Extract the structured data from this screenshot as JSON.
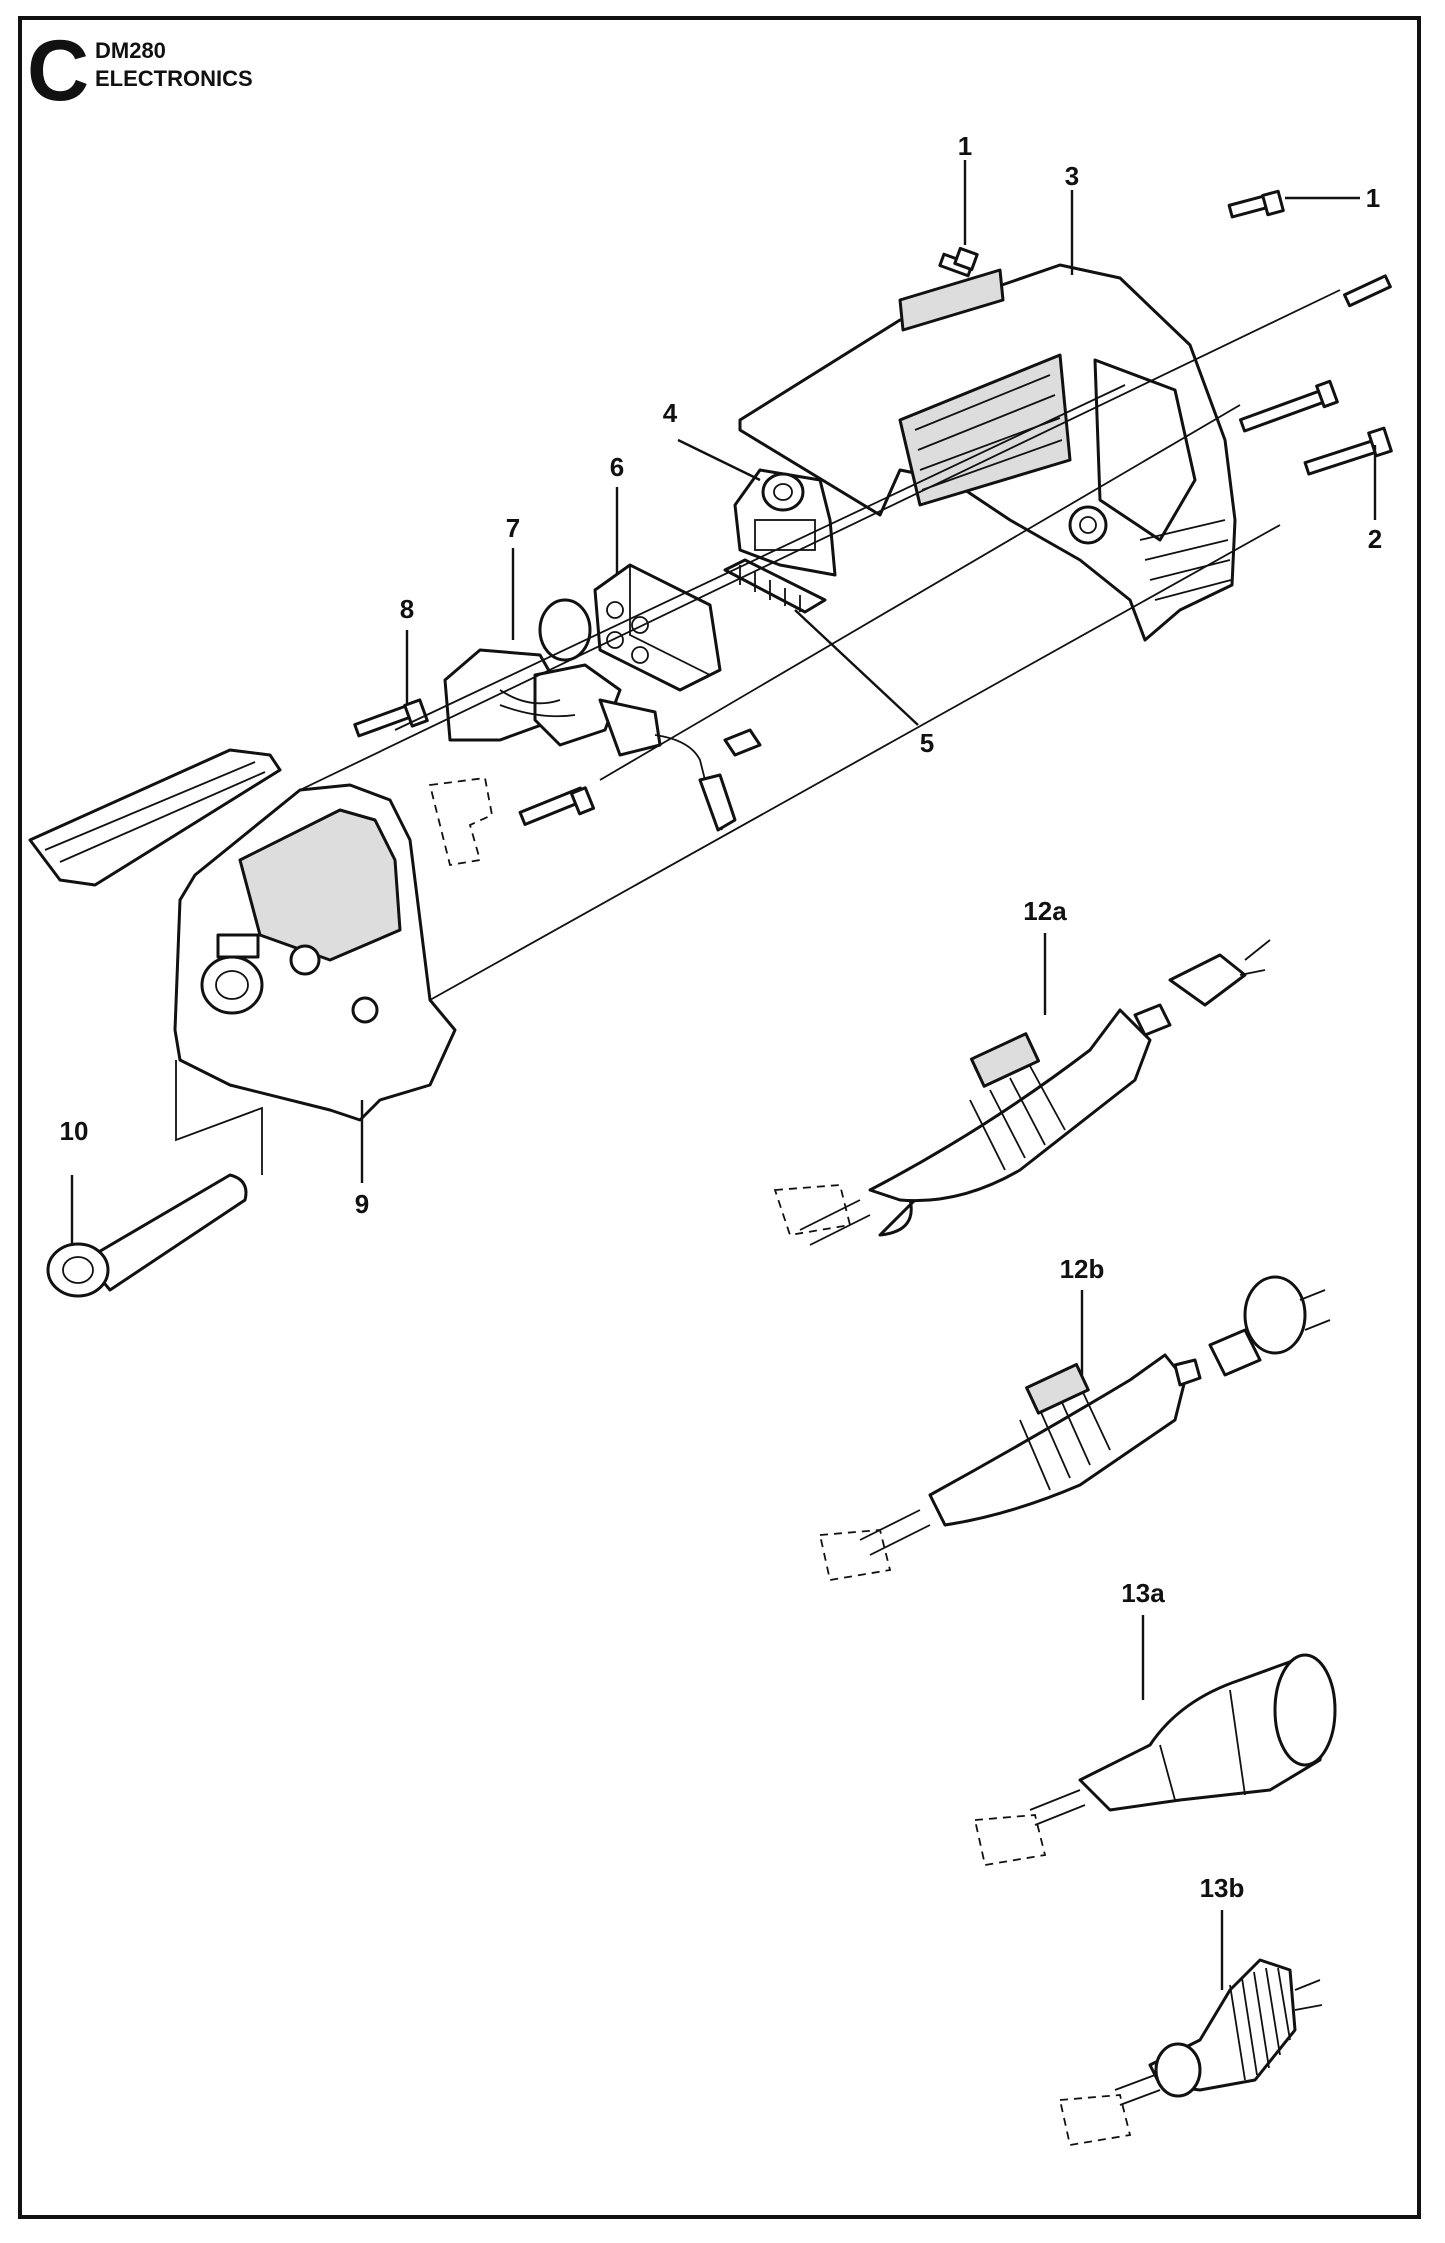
{
  "header": {
    "section_letter": "C",
    "model": "DM280",
    "title": "ELECTRONICS"
  },
  "callouts": [
    "1",
    "1",
    "2",
    "3",
    "4",
    "5",
    "6",
    "7",
    "8",
    "9",
    "10",
    "12a",
    "12b",
    "13a",
    "13b"
  ],
  "colors": {
    "line": "#111111",
    "background": "#ffffff",
    "shade": "#dddddd"
  }
}
